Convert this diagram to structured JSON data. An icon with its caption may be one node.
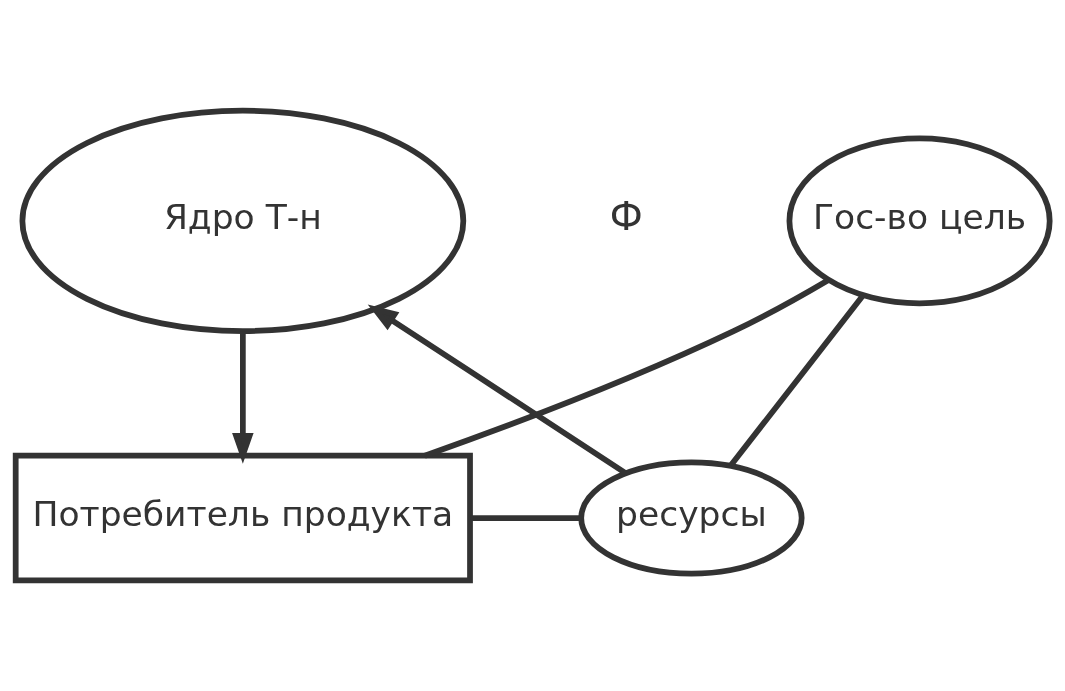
{
  "diagram": {
    "nodes": [
      {
        "text": [
          "Ядро Т-н"
        ]
      },
      {
        "text": [
          "Гос-во цель"
        ]
      },
      {
        "text": [
          "Потребитель продукта"
        ]
      },
      {
        "text": [
          "ресурсы"
        ]
      }
    ],
    "edges": [
      {
        "from": 0,
        "to": 2,
        "arrow": "to"
      },
      {
        "from": 3,
        "to": 0,
        "arrow": "to"
      },
      {
        "from": 1,
        "to": 3,
        "arrow": "none"
      },
      {
        "from": 2,
        "to": 3,
        "arrow": "none"
      },
      {
        "from": 2,
        "to": 1,
        "arrow": "none"
      }
    ],
    "labels": [
      "Ф"
    ]
  }
}
